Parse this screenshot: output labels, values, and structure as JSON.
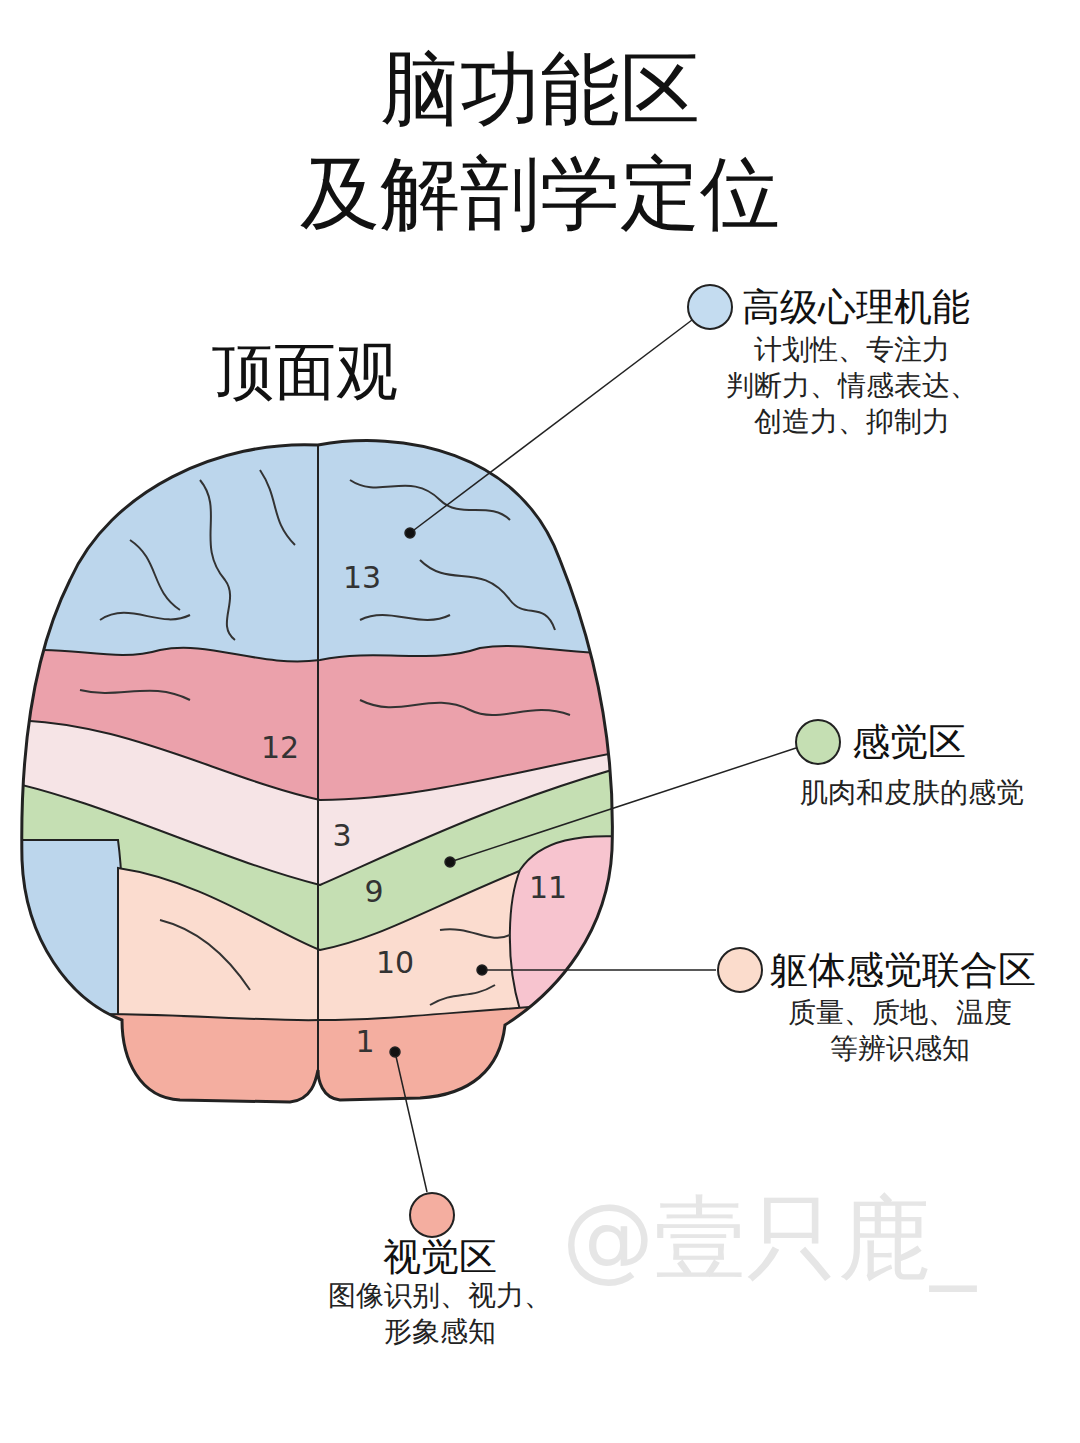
{
  "diagram": {
    "title": "脑功能区 及解剖学定位",
    "nodes": [
      {
        "text": [
          "高级心理机能",
          "计划性、专注力 判断力、情感表达、 创造力、抑制力"
        ]
      },
      {
        "text": [
          "感觉区",
          "肌肉和皮肤的感觉"
        ]
      },
      {
        "text": [
          "躯体感觉联合区",
          "质量、质地、温度 等辨识感知"
        ]
      },
      {
        "text": [
          "视觉区",
          "图像识别、视力、 形象感知"
        ]
      }
    ],
    "labels": [
      "顶面观",
      "13",
      "12",
      "3",
      "9",
      "11",
      "10",
      "1",
      "@壹只鹿_"
    ]
  }
}
